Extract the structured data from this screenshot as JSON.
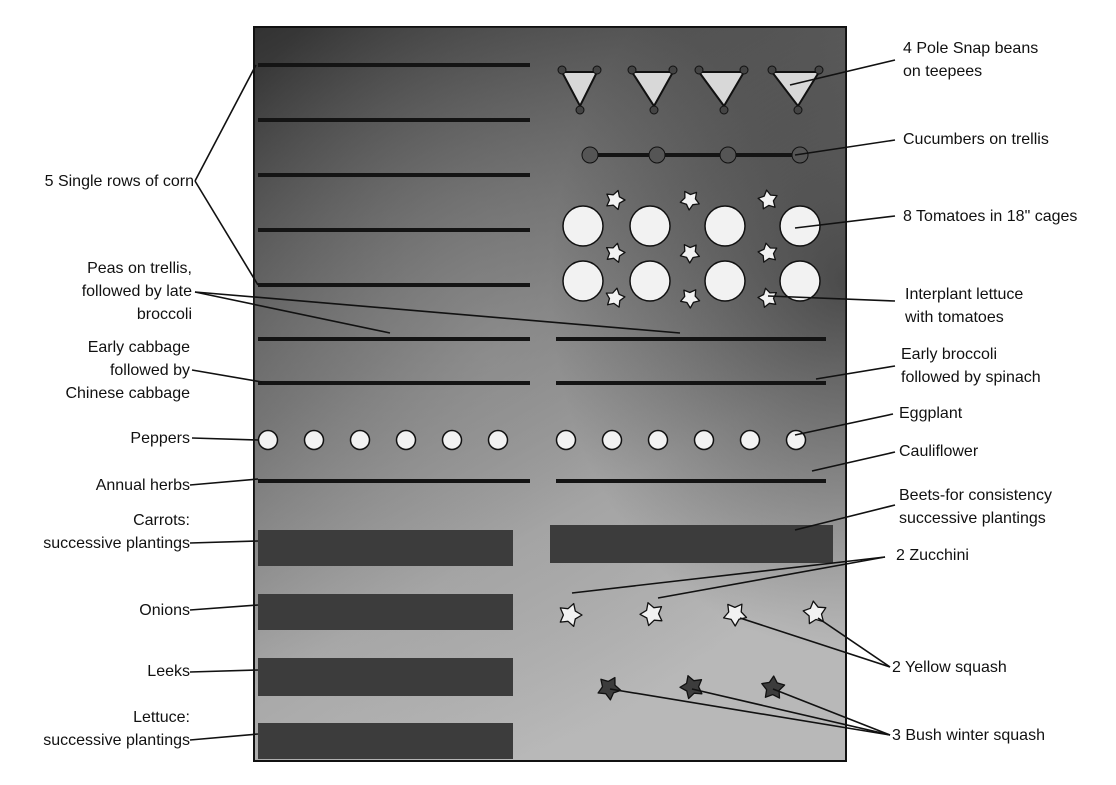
{
  "labels": {
    "corn": "5 Single rows of corn",
    "peas": [
      "Peas on trellis,",
      "followed by late",
      "broccoli"
    ],
    "early_cabbage": [
      "Early cabbage",
      "followed by",
      "Chinese cabbage"
    ],
    "peppers": "Peppers",
    "annual_herbs": "Annual herbs",
    "carrots": [
      "Carrots:",
      "successive plantings"
    ],
    "onions": "Onions",
    "leeks": "Leeks",
    "lettuce": [
      "Lettuce:",
      "successive plantings"
    ],
    "pole_beans": [
      "4 Pole Snap beans",
      "on teepees"
    ],
    "cucumbers": "Cucumbers on trellis",
    "tomatoes": "8 Tomatoes in 18\" cages",
    "interplant_lettuce": [
      "Interplant lettuce",
      "with tomatoes"
    ],
    "early_broccoli": [
      "Early broccoli",
      "followed by spinach"
    ],
    "eggplant": "Eggplant",
    "cauliflower": "Cauliflower",
    "beets": [
      "Beets-for consistency",
      "successive plantings"
    ],
    "zucchini": "2  Zucchini",
    "yellow_squash": "2 Yellow squash",
    "winter_squash": "3 Bush winter squash"
  },
  "colors": {
    "plot_dark": "#3a3a3a",
    "plot_light": "#b4b4b4",
    "row_line": "#141414",
    "bed_band": "#3c3c3c",
    "plant_light": "#f2f2f2",
    "plant_dark": "#3c3c3c",
    "leader": "#111111"
  }
}
